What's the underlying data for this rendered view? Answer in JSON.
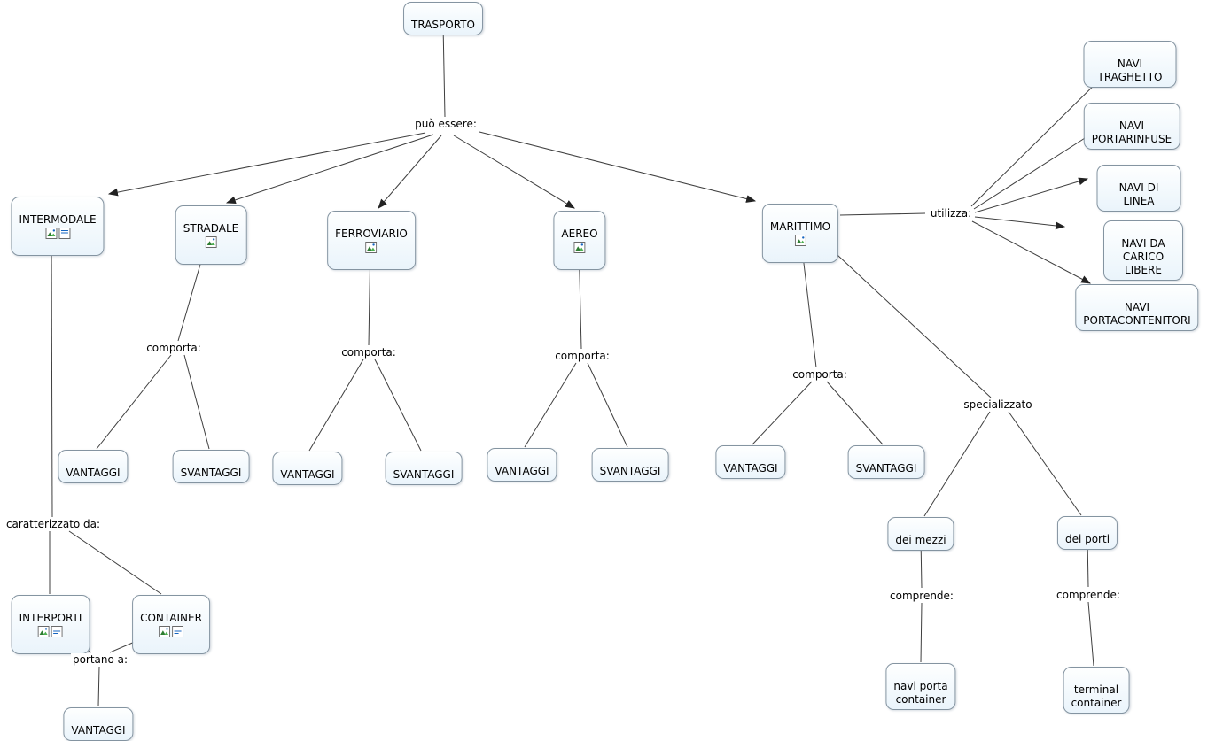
{
  "diagram": {
    "type": "concept-map",
    "topic": "TRASPORTO"
  },
  "nodes": {
    "trasporto": {
      "label": "TRASPORTO"
    },
    "intermodale": {
      "label": "INTERMODALE"
    },
    "stradale": {
      "label": "STRADALE"
    },
    "ferroviario": {
      "label": "FERROVIARIO"
    },
    "aereo": {
      "label": "AEREO"
    },
    "marittimo": {
      "label": "MARITTIMO"
    },
    "navi_traghetto": {
      "label": "NAVI TRAGHETTO"
    },
    "navi_portarinfuse": {
      "label": "NAVI PORTARINFUSE"
    },
    "navi_di_linea": {
      "label": "NAVI DI LINEA"
    },
    "navi_da_carico_libere": {
      "label": "NAVI DA CARICO LIBERE"
    },
    "navi_portacontenitori": {
      "label": "NAVI PORTACONTENITORI"
    },
    "vantaggi_stradale": {
      "label": "VANTAGGI"
    },
    "svantaggi_stradale": {
      "label": "SVANTAGGI"
    },
    "vantaggi_ferroviario": {
      "label": "VANTAGGI"
    },
    "svantaggi_ferroviario": {
      "label": "SVANTAGGI"
    },
    "vantaggi_aereo": {
      "label": "VANTAGGI"
    },
    "svantaggi_aereo": {
      "label": "SVANTAGGI"
    },
    "vantaggi_marittimo": {
      "label": "VANTAGGI"
    },
    "svantaggi_marittimo": {
      "label": "SVANTAGGI"
    },
    "dei_mezzi": {
      "label": "dei mezzi"
    },
    "dei_porti": {
      "label": "dei porti"
    },
    "navi_porta_container": {
      "label": "navi porta\ncontainer"
    },
    "terminal_container": {
      "label": "terminal\ncontainer"
    },
    "interporti": {
      "label": "INTERPORTI"
    },
    "container": {
      "label": "CONTAINER"
    },
    "vantaggi_intermodale": {
      "label": "VANTAGGI"
    }
  },
  "linking_phrases": {
    "puo_essere": "può essere:",
    "comporta_stradale": "comporta:",
    "comporta_ferroviario": "comporta:",
    "comporta_aereo": "comporta:",
    "comporta_marittimo": "comporta:",
    "utilizza": "utilizza:",
    "specializzato": "specializzato",
    "caratterizzato_da": "caratterizzato da:",
    "portano_a": "portano a:",
    "comprende_mezzi": "comprende:",
    "comprende_porti": "comprende:"
  },
  "icons": {
    "image_resource": "image-resource-icon",
    "note_resource": "note-resource-icon"
  },
  "colors": {
    "background": "#ffffff",
    "node_fill_top": "#feffff",
    "node_fill_bottom": "#eaf4fb",
    "node_border": "#8494a1",
    "line": "#3f3f3f",
    "text": "#000000"
  }
}
